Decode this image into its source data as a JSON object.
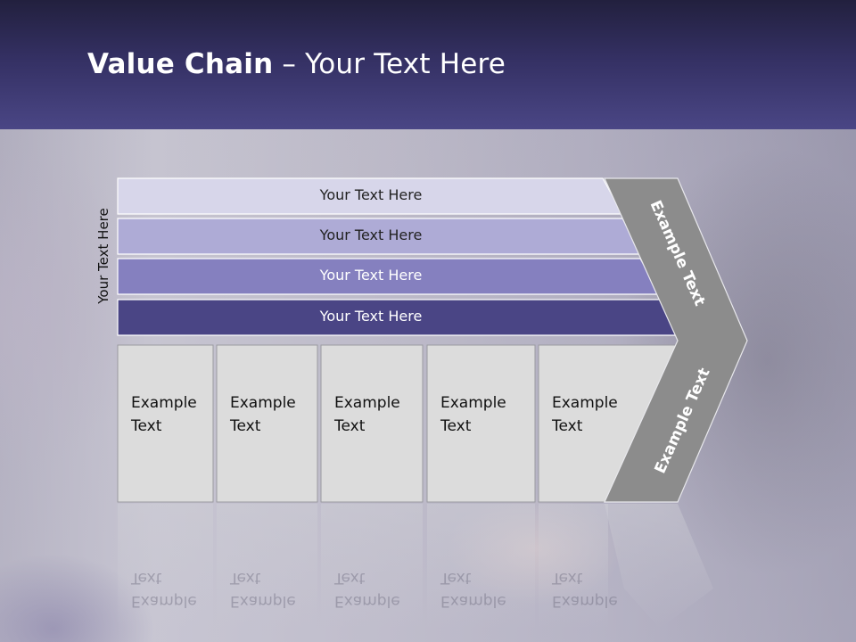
{
  "slide": {
    "title_bold": "Value Chain",
    "title_rest": " – Your Text Here",
    "vertical_label": "Your Text Here"
  },
  "bars": [
    {
      "label": "Your Text Here",
      "fill": "#d7d6ea",
      "text_color": "#222222"
    },
    {
      "label": "Your Text Here",
      "fill": "#aeabd6",
      "text_color": "#222222"
    },
    {
      "label": "Your Text Here",
      "fill": "#8580bf",
      "text_color": "#ffffff"
    },
    {
      "label": "Your Text Here",
      "fill": "#4a4585",
      "text_color": "#ffffff"
    }
  ],
  "boxes": [
    {
      "line1": "Example",
      "line2": "Text"
    },
    {
      "line1": "Example",
      "line2": "Text"
    },
    {
      "line1": "Example",
      "line2": "Text"
    },
    {
      "line1": "Example",
      "line2": "Text"
    },
    {
      "line1": "Example",
      "line2": "Text"
    }
  ],
  "chevron": {
    "upper_text": "Example Text",
    "lower_text": "Example Text",
    "fill": "#8c8c8c"
  },
  "colors": {
    "box_fill": "#dcdcdc",
    "header_dark": "#22203e",
    "header_light": "#4a4685"
  }
}
